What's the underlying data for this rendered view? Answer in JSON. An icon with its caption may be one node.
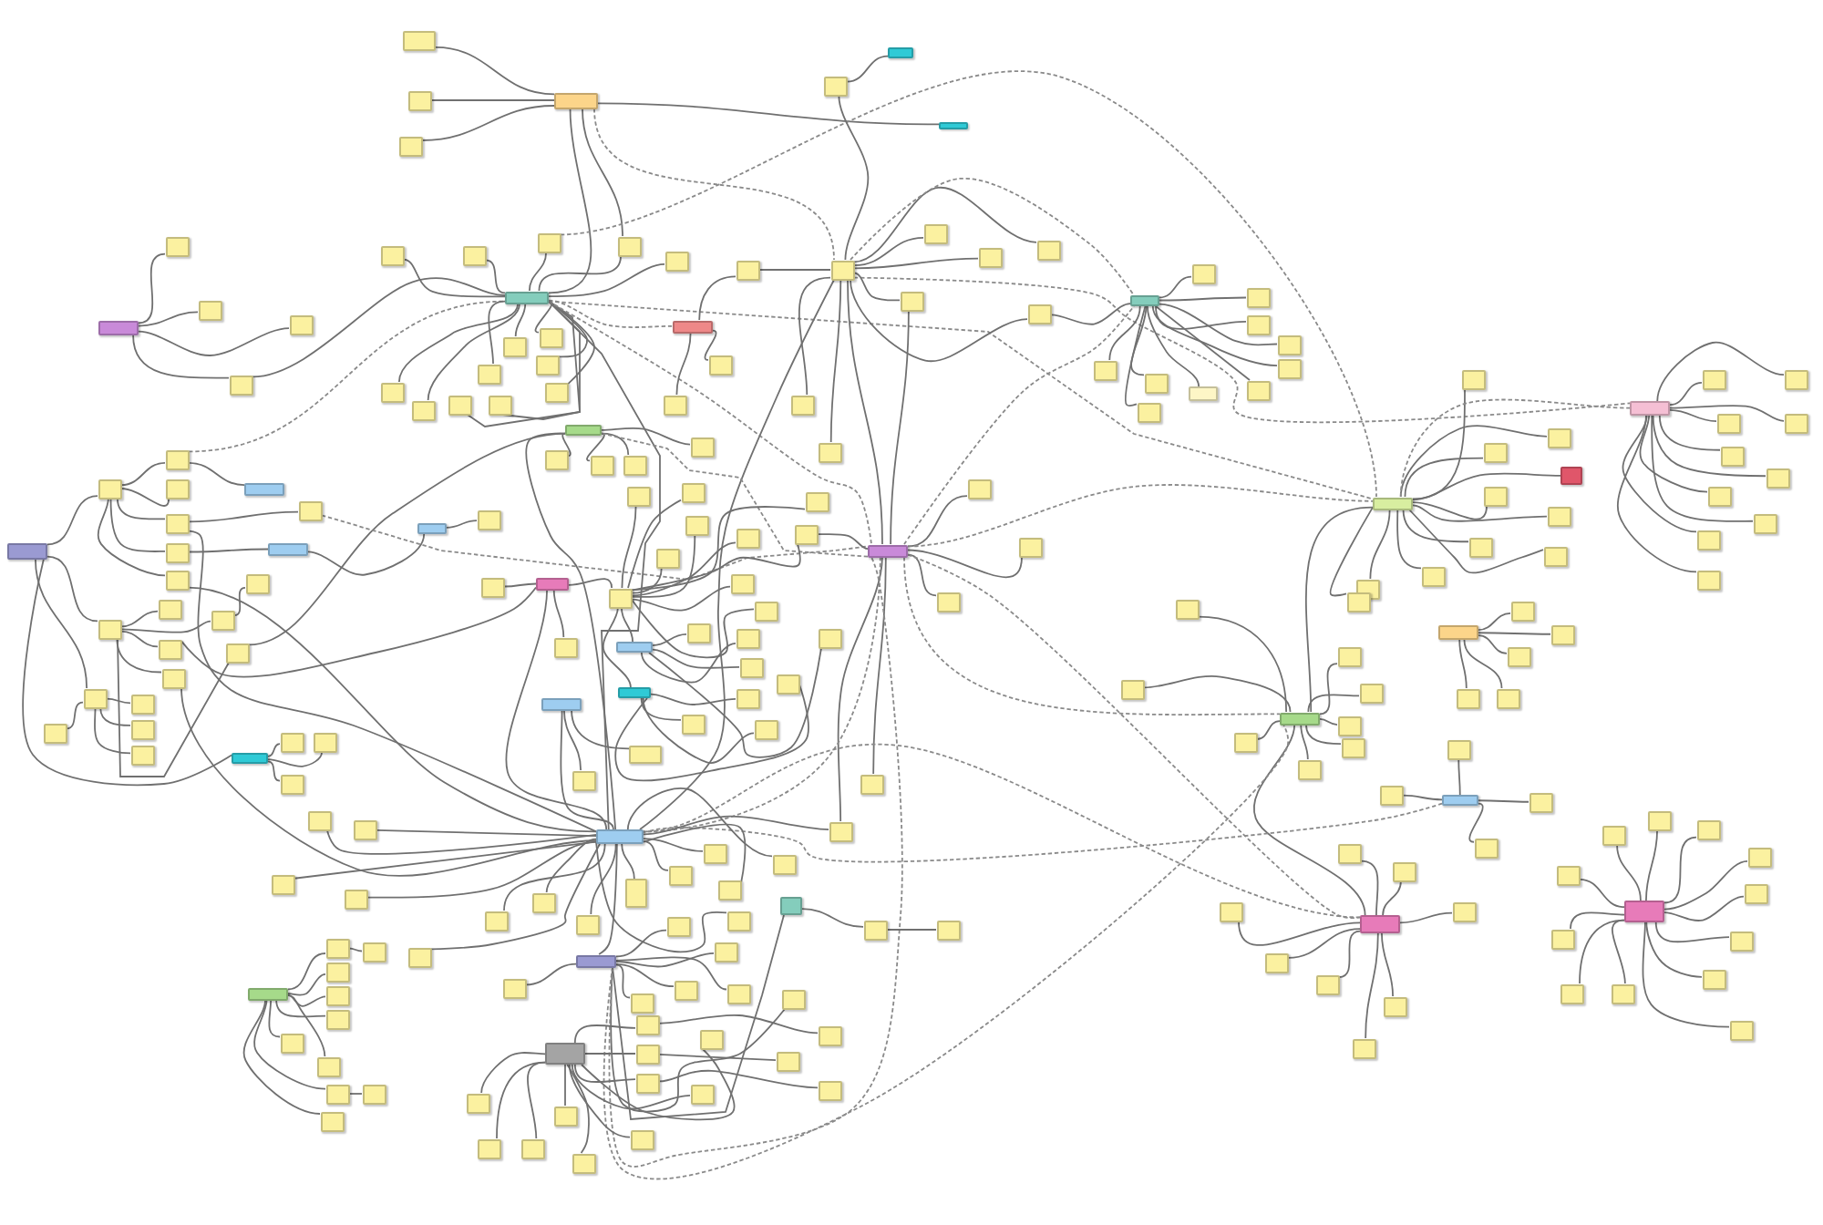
{
  "diagram": {
    "nodes": [
      {
        "text": [],
        "shape": "box"
      },
      {
        "text": [],
        "shape": "box"
      },
      {
        "text": [],
        "shape": "box"
      },
      {
        "text": [],
        "shape": "box"
      },
      {
        "text": [],
        "shape": "box"
      },
      {
        "text": [],
        "shape": "box"
      },
      {
        "text": [],
        "shape": "box"
      },
      {
        "text": [],
        "shape": "box"
      },
      {
        "text": [],
        "shape": "box"
      },
      {
        "text": [],
        "shape": "box"
      },
      {
        "text": [],
        "shape": "box"
      },
      {
        "text": [],
        "shape": "box"
      },
      {
        "text": [],
        "shape": "box"
      },
      {
        "text": [],
        "shape": "box"
      },
      {
        "text": [],
        "shape": "box"
      },
      {
        "text": [],
        "shape": "box"
      },
      {
        "text": [],
        "shape": "box"
      },
      {
        "text": [],
        "shape": "box"
      },
      {
        "text": [],
        "shape": "box"
      },
      {
        "text": [],
        "shape": "box"
      },
      {
        "text": [],
        "shape": "box"
      },
      {
        "text": [],
        "shape": "box"
      },
      {
        "text": [],
        "shape": "box"
      },
      {
        "text": [],
        "shape": "box"
      },
      {
        "text": [],
        "shape": "box"
      },
      {
        "text": [],
        "shape": "box"
      },
      {
        "text": [],
        "shape": "box"
      },
      {
        "text": [],
        "shape": "box"
      },
      {
        "text": [],
        "shape": "box"
      },
      {
        "text": [],
        "shape": "box"
      },
      {
        "text": [],
        "shape": "box"
      },
      {
        "text": [],
        "shape": "box"
      },
      {
        "text": [],
        "shape": "box"
      },
      {
        "text": [],
        "shape": "box"
      },
      {
        "text": [],
        "shape": "box"
      },
      {
        "text": [],
        "shape": "box"
      },
      {
        "text": [],
        "shape": "box"
      },
      {
        "text": [],
        "shape": "box"
      },
      {
        "text": [],
        "shape": "box"
      },
      {
        "text": [],
        "shape": "box"
      },
      {
        "text": [],
        "shape": "box"
      },
      {
        "text": [],
        "shape": "box"
      },
      {
        "text": [],
        "shape": "box"
      },
      {
        "text": [],
        "shape": "box"
      },
      {
        "text": [],
        "shape": "box"
      },
      {
        "text": [],
        "shape": "box"
      },
      {
        "text": [],
        "shape": "box"
      },
      {
        "text": [],
        "shape": "box"
      },
      {
        "text": [],
        "shape": "box"
      },
      {
        "text": [],
        "shape": "box"
      },
      {
        "text": [],
        "shape": "box"
      },
      {
        "text": [],
        "shape": "box"
      },
      {
        "text": [],
        "shape": "box"
      },
      {
        "text": [],
        "shape": "box"
      },
      {
        "text": [],
        "shape": "box"
      },
      {
        "text": [],
        "shape": "box"
      },
      {
        "text": [],
        "shape": "box"
      },
      {
        "text": [],
        "shape": "box"
      },
      {
        "text": [],
        "shape": "box"
      },
      {
        "text": [],
        "shape": "box"
      },
      {
        "text": [],
        "shape": "box"
      },
      {
        "text": [],
        "shape": "box"
      },
      {
        "text": [],
        "shape": "box"
      },
      {
        "text": [],
        "shape": "box"
      },
      {
        "text": [],
        "shape": "box"
      },
      {
        "text": [],
        "shape": "box"
      },
      {
        "text": [],
        "shape": "box"
      },
      {
        "text": [],
        "shape": "box"
      },
      {
        "text": [],
        "shape": "box"
      },
      {
        "text": [],
        "shape": "box"
      },
      {
        "text": [],
        "shape": "box"
      },
      {
        "text": [],
        "shape": "box"
      },
      {
        "text": [],
        "shape": "box"
      },
      {
        "text": [],
        "shape": "box"
      },
      {
        "text": [],
        "shape": "box"
      },
      {
        "text": [],
        "shape": "box"
      },
      {
        "text": [],
        "shape": "box"
      },
      {
        "text": [],
        "shape": "box"
      },
      {
        "text": [],
        "shape": "box"
      },
      {
        "text": [],
        "shape": "box"
      },
      {
        "text": [],
        "shape": "box"
      },
      {
        "text": [],
        "shape": "box"
      },
      {
        "text": [],
        "shape": "box"
      },
      {
        "text": [],
        "shape": "box"
      },
      {
        "text": [],
        "shape": "box"
      },
      {
        "text": [],
        "shape": "box"
      },
      {
        "text": [],
        "shape": "box"
      },
      {
        "text": [],
        "shape": "box"
      },
      {
        "text": [],
        "shape": "box"
      },
      {
        "text": [],
        "shape": "box"
      },
      {
        "text": [],
        "shape": "box"
      },
      {
        "text": [],
        "shape": "box"
      },
      {
        "text": [],
        "shape": "box"
      },
      {
        "text": [],
        "shape": "box"
      },
      {
        "text": [],
        "shape": "box"
      },
      {
        "text": [],
        "shape": "box"
      },
      {
        "text": [],
        "shape": "box"
      },
      {
        "text": [],
        "shape": "box"
      },
      {
        "text": [],
        "shape": "box"
      },
      {
        "text": [],
        "shape": "box"
      },
      {
        "text": [],
        "shape": "box"
      },
      {
        "text": [],
        "shape": "box"
      },
      {
        "text": [],
        "shape": "box"
      },
      {
        "text": [],
        "shape": "box"
      },
      {
        "text": [],
        "shape": "box"
      },
      {
        "text": [],
        "shape": "box"
      },
      {
        "text": [],
        "shape": "box"
      },
      {
        "text": [],
        "shape": "box"
      },
      {
        "text": [],
        "shape": "box"
      },
      {
        "text": [],
        "shape": "box"
      },
      {
        "text": [],
        "shape": "box"
      },
      {
        "text": [],
        "shape": "box"
      },
      {
        "text": [],
        "shape": "box"
      },
      {
        "text": [],
        "shape": "box"
      },
      {
        "text": [],
        "shape": "box"
      },
      {
        "text": [],
        "shape": "box"
      },
      {
        "text": [],
        "shape": "box"
      },
      {
        "text": [],
        "shape": "box"
      },
      {
        "text": [],
        "shape": "box"
      },
      {
        "text": [],
        "shape": "box"
      },
      {
        "text": [],
        "shape": "box"
      },
      {
        "text": [],
        "shape": "box"
      },
      {
        "text": [],
        "shape": "box"
      },
      {
        "text": [],
        "shape": "box"
      },
      {
        "text": [],
        "shape": "box"
      },
      {
        "text": [],
        "shape": "box"
      },
      {
        "text": [],
        "shape": "box"
      },
      {
        "text": [],
        "shape": "box"
      },
      {
        "text": [],
        "shape": "box"
      },
      {
        "text": [],
        "shape": "box"
      },
      {
        "text": [],
        "shape": "box"
      },
      {
        "text": [],
        "shape": "box"
      },
      {
        "text": [],
        "shape": "box"
      },
      {
        "text": [],
        "shape": "box"
      },
      {
        "text": [],
        "shape": "box"
      },
      {
        "text": [],
        "shape": "box"
      },
      {
        "text": [],
        "shape": "box"
      },
      {
        "text": [],
        "shape": "box"
      },
      {
        "text": [],
        "shape": "box"
      },
      {
        "text": [],
        "shape": "box"
      },
      {
        "text": [],
        "shape": "box"
      },
      {
        "text": [],
        "shape": "box"
      },
      {
        "text": [],
        "shape": "box"
      },
      {
        "text": [],
        "shape": "box"
      },
      {
        "text": [],
        "shape": "box"
      },
      {
        "text": [],
        "shape": "box"
      },
      {
        "text": [],
        "shape": "box"
      },
      {
        "text": [],
        "shape": "box"
      },
      {
        "text": [],
        "shape": "box"
      },
      {
        "text": [],
        "shape": "box"
      },
      {
        "text": [],
        "shape": "box"
      },
      {
        "text": [],
        "shape": "box"
      },
      {
        "text": [],
        "shape": "box"
      },
      {
        "text": [],
        "shape": "box"
      },
      {
        "text": [],
        "shape": "box"
      },
      {
        "text": [],
        "shape": "box"
      },
      {
        "text": [],
        "shape": "box"
      },
      {
        "text": [],
        "shape": "box"
      },
      {
        "text": [],
        "shape": "box"
      },
      {
        "text": [],
        "shape": "box"
      },
      {
        "text": [],
        "shape": "box"
      },
      {
        "text": [],
        "shape": "box"
      },
      {
        "text": [],
        "shape": "box"
      },
      {
        "text": [],
        "shape": "box"
      },
      {
        "text": [],
        "shape": "box"
      },
      {
        "text": [],
        "shape": "box"
      },
      {
        "text": [],
        "shape": "box"
      },
      {
        "text": [],
        "shape": "box"
      },
      {
        "text": [],
        "shape": "box"
      },
      {
        "text": [],
        "shape": "box"
      },
      {
        "text": [],
        "shape": "box"
      },
      {
        "text": [],
        "shape": "box"
      },
      {
        "text": [],
        "shape": "box"
      },
      {
        "text": [],
        "shape": "box"
      },
      {
        "text": [],
        "shape": "box"
      },
      {
        "text": [],
        "shape": "box"
      },
      {
        "text": [],
        "shape": "box"
      },
      {
        "text": [],
        "shape": "box"
      },
      {
        "text": [],
        "shape": "box"
      },
      {
        "text": [],
        "shape": "box"
      },
      {
        "text": [],
        "shape": "box"
      },
      {
        "text": [],
        "shape": "box"
      },
      {
        "text": [],
        "shape": "box"
      },
      {
        "text": [],
        "shape": "box"
      },
      {
        "text": [],
        "shape": "box"
      },
      {
        "text": [],
        "shape": "box"
      },
      {
        "text": [],
        "shape": "box"
      },
      {
        "text": [],
        "shape": "box"
      },
      {
        "text": [],
        "shape": "box"
      },
      {
        "text": [],
        "shape": "box"
      },
      {
        "text": [],
        "shape": "box"
      },
      {
        "text": [],
        "shape": "box"
      },
      {
        "text": [],
        "shape": "box"
      },
      {
        "text": [],
        "shape": "box"
      },
      {
        "text": [],
        "shape": "box"
      },
      {
        "text": [],
        "shape": "box"
      },
      {
        "text": [],
        "shape": "box"
      },
      {
        "text": [],
        "shape": "box"
      },
      {
        "text": [],
        "shape": "box"
      },
      {
        "text": [],
        "shape": "box"
      },
      {
        "text": [],
        "shape": "box"
      },
      {
        "text": [],
        "shape": "box"
      },
      {
        "text": [],
        "shape": "box"
      },
      {
        "text": [],
        "shape": "box"
      },
      {
        "text": [],
        "shape": "box"
      },
      {
        "text": [],
        "shape": "box"
      },
      {
        "text": [],
        "shape": "box"
      },
      {
        "text": [],
        "shape": "box"
      },
      {
        "text": [],
        "shape": "box"
      },
      {
        "text": [],
        "shape": "box"
      },
      {
        "text": [],
        "shape": "box"
      },
      {
        "text": [],
        "shape": "box"
      },
      {
        "text": [],
        "shape": "box"
      },
      {
        "text": [],
        "shape": "box"
      },
      {
        "text": [],
        "shape": "box"
      },
      {
        "text": [],
        "shape": "box"
      },
      {
        "text": [],
        "shape": "box"
      },
      {
        "text": [],
        "shape": "box"
      },
      {
        "text": [],
        "shape": "box"
      },
      {
        "text": [],
        "shape": "box"
      },
      {
        "text": [],
        "shape": "box"
      },
      {
        "text": [],
        "shape": "box"
      },
      {
        "text": [],
        "shape": "box"
      },
      {
        "text": [],
        "shape": "box"
      },
      {
        "text": [],
        "shape": "box"
      },
      {
        "text": [],
        "shape": "box"
      },
      {
        "text": [],
        "shape": "box"
      },
      {
        "text": [],
        "shape": "box"
      },
      {
        "text": [],
        "shape": "box"
      },
      {
        "text": [],
        "shape": "box"
      },
      {
        "text": [],
        "shape": "box"
      },
      {
        "text": [],
        "shape": "box"
      }
    ],
    "edges": [
      {
        "from": 0,
        "to": 1,
        "arrow": "none"
      },
      {
        "from": 0,
        "to": 2,
        "arrow": "none"
      },
      {
        "from": 0,
        "to": 3,
        "arrow": "none"
      },
      {
        "from": 1,
        "to": 4,
        "arrow": "none"
      },
      {
        "from": 1,
        "to": 5,
        "arrow": "none"
      },
      {
        "from": 1,
        "to": 6,
        "arrow": "none"
      },
      {
        "from": 1,
        "to": 7,
        "arrow": "none"
      },
      {
        "from": 1,
        "to": 8,
        "arrow": "none"
      },
      {
        "from": 2,
        "to": 9,
        "arrow": "none"
      },
      {
        "from": 2,
        "to": 10,
        "arrow": "none"
      },
      {
        "from": 2,
        "to": 11,
        "arrow": "none"
      },
      {
        "from": 2,
        "to": 12,
        "arrow": "none"
      },
      {
        "from": 2,
        "to": 13,
        "arrow": "none"
      },
      {
        "from": 3,
        "to": 18,
        "arrow": "none"
      },
      {
        "from": 3,
        "to": 19,
        "arrow": "none"
      },
      {
        "from": 3,
        "to": 20,
        "arrow": "none"
      },
      {
        "from": 3,
        "to": 21,
        "arrow": "none"
      },
      {
        "from": 4,
        "to": 14,
        "arrow": "none"
      },
      {
        "from": 6,
        "to": 16,
        "arrow": "none"
      },
      {
        "from": 7,
        "to": 15,
        "arrow": "none"
      },
      {
        "from": 12,
        "to": 17,
        "arrow": "none"
      },
      {
        "from": 0,
        "to": 191,
        "arrow": "none"
      },
      {
        "from": 4,
        "to": 32,
        "arrow": "none",
        "style": "dashed"
      },
      {
        "from": 6,
        "to": 176,
        "arrow": "none"
      },
      {
        "from": 8,
        "to": 176,
        "arrow": "none"
      },
      {
        "from": 11,
        "to": 176,
        "arrow": "none"
      },
      {
        "from": 10,
        "to": 66,
        "arrow": "none"
      },
      {
        "from": 13,
        "to": 61,
        "arrow": "none"
      },
      {
        "from": 16,
        "to": 94,
        "arrow": "none",
        "style": "dashed"
      },
      {
        "from": 15,
        "to": 68,
        "arrow": "none"
      },
      {
        "from": 22,
        "to": 23,
        "arrow": "none"
      },
      {
        "from": 22,
        "to": 24,
        "arrow": "none"
      },
      {
        "from": 22,
        "to": 25,
        "arrow": "none"
      },
      {
        "from": 22,
        "to": 26,
        "arrow": "none"
      },
      {
        "from": 26,
        "to": 32,
        "arrow": "none"
      },
      {
        "from": 27,
        "to": 28,
        "arrow": "none"
      },
      {
        "from": 27,
        "to": 29,
        "arrow": "none"
      },
      {
        "from": 27,
        "to": 30,
        "arrow": "none"
      },
      {
        "from": 27,
        "to": 32,
        "arrow": "none"
      },
      {
        "from": 27,
        "to": 37,
        "arrow": "none"
      },
      {
        "from": 27,
        "to": 53,
        "arrow": "none"
      },
      {
        "from": 27,
        "to": 50,
        "arrow": "none",
        "style": "dashed"
      },
      {
        "from": 32,
        "to": 111,
        "arrow": "none",
        "style": "dashed"
      },
      {
        "from": 36,
        "to": 111,
        "arrow": "none",
        "style": "dashed"
      },
      {
        "from": 50,
        "to": 122,
        "arrow": "none",
        "style": "dashed"
      },
      {
        "from": 32,
        "to": 31,
        "arrow": "none"
      },
      {
        "from": 32,
        "to": 33,
        "arrow": "none"
      },
      {
        "from": 32,
        "to": 34,
        "arrow": "none"
      },
      {
        "from": 32,
        "to": 35,
        "arrow": "none"
      },
      {
        "from": 32,
        "to": 36,
        "arrow": "none"
      },
      {
        "from": 32,
        "to": 37,
        "arrow": "none"
      },
      {
        "from": 32,
        "to": 38,
        "arrow": "none"
      },
      {
        "from": 32,
        "to": 39,
        "arrow": "none"
      },
      {
        "from": 32,
        "to": 40,
        "arrow": "none"
      },
      {
        "from": 32,
        "to": 41,
        "arrow": "none"
      },
      {
        "from": 32,
        "to": 42,
        "arrow": "none"
      },
      {
        "from": 32,
        "to": 43,
        "arrow": "none"
      },
      {
        "from": 32,
        "to": 44,
        "arrow": "none"
      },
      {
        "from": 32,
        "to": 45,
        "arrow": "none"
      },
      {
        "from": 32,
        "to": 176,
        "arrow": "none"
      },
      {
        "from": 32,
        "to": 46,
        "arrow": "none",
        "style": "dashed"
      },
      {
        "from": 32,
        "to": 94,
        "arrow": "none",
        "style": "dashed"
      },
      {
        "from": 46,
        "to": 47,
        "arrow": "none"
      },
      {
        "from": 46,
        "to": 48,
        "arrow": "none"
      },
      {
        "from": 46,
        "to": 49,
        "arrow": "none"
      },
      {
        "from": 47,
        "to": 50,
        "arrow": "none"
      },
      {
        "from": 50,
        "to": 51,
        "arrow": "none"
      },
      {
        "from": 51,
        "to": 52,
        "arrow": "none"
      },
      {
        "from": 50,
        "to": 54,
        "arrow": "none"
      },
      {
        "from": 50,
        "to": 55,
        "arrow": "none"
      },
      {
        "from": 50,
        "to": 56,
        "arrow": "none"
      },
      {
        "from": 50,
        "to": 57,
        "arrow": "none"
      },
      {
        "from": 50,
        "to": 58,
        "arrow": "none"
      },
      {
        "from": 50,
        "to": 59,
        "arrow": "none"
      },
      {
        "from": 50,
        "to": 60,
        "arrow": "none"
      },
      {
        "from": 50,
        "to": 94,
        "arrow": "none"
      },
      {
        "from": 50,
        "to": 100,
        "arrow": "none",
        "style": "dashed"
      },
      {
        "from": 50,
        "to": 176,
        "arrow": "none"
      },
      {
        "from": 61,
        "to": 62,
        "arrow": "none"
      },
      {
        "from": 61,
        "to": 63,
        "arrow": "none"
      },
      {
        "from": 61,
        "to": 64,
        "arrow": "none"
      },
      {
        "from": 61,
        "to": 65,
        "arrow": "none"
      },
      {
        "from": 61,
        "to": 176,
        "arrow": "none"
      },
      {
        "from": 61,
        "to": 94,
        "arrow": "none",
        "style": "dashed"
      },
      {
        "from": 66,
        "to": 67,
        "arrow": "none"
      },
      {
        "from": 66,
        "to": 70,
        "arrow": "none"
      },
      {
        "from": 66,
        "to": 71,
        "arrow": "none"
      },
      {
        "from": 66,
        "to": 176,
        "arrow": "none"
      },
      {
        "from": 68,
        "to": 69,
        "arrow": "none"
      },
      {
        "from": 71,
        "to": 72,
        "arrow": "none"
      },
      {
        "from": 71,
        "to": 73,
        "arrow": "none"
      },
      {
        "from": 71,
        "to": 74,
        "arrow": "none"
      },
      {
        "from": 71,
        "to": 75,
        "arrow": "none"
      },
      {
        "from": 71,
        "to": 76,
        "arrow": "none"
      },
      {
        "from": 71,
        "to": 77,
        "arrow": "none"
      },
      {
        "from": 71,
        "to": 78,
        "arrow": "none"
      },
      {
        "from": 71,
        "to": 79,
        "arrow": "none"
      },
      {
        "from": 71,
        "to": 80,
        "arrow": "none"
      },
      {
        "from": 71,
        "to": 81,
        "arrow": "none"
      },
      {
        "from": 71,
        "to": 82,
        "arrow": "none"
      },
      {
        "from": 81,
        "to": 84,
        "arrow": "none"
      },
      {
        "from": 81,
        "to": 85,
        "arrow": "none"
      },
      {
        "from": 81,
        "to": 86,
        "arrow": "none"
      },
      {
        "from": 81,
        "to": 92,
        "arrow": "none"
      },
      {
        "from": 82,
        "to": 87,
        "arrow": "none"
      },
      {
        "from": 82,
        "to": 88,
        "arrow": "none"
      },
      {
        "from": 82,
        "to": 89,
        "arrow": "none"
      },
      {
        "from": 82,
        "to": 93,
        "arrow": "none"
      },
      {
        "from": 83,
        "to": 90,
        "arrow": "none"
      },
      {
        "from": 83,
        "to": 91,
        "arrow": "none"
      },
      {
        "from": 83,
        "to": 176,
        "arrow": "none"
      },
      {
        "from": 94,
        "to": 95,
        "arrow": "none"
      },
      {
        "from": 94,
        "to": 96,
        "arrow": "none"
      },
      {
        "from": 94,
        "to": 97,
        "arrow": "none"
      },
      {
        "from": 94,
        "to": 98,
        "arrow": "none"
      },
      {
        "from": 94,
        "to": 99,
        "arrow": "none"
      },
      {
        "from": 94,
        "to": 77,
        "arrow": "none"
      },
      {
        "from": 94,
        "to": 58,
        "arrow": "none"
      },
      {
        "from": 94,
        "to": 100,
        "arrow": "none",
        "style": "dashed"
      },
      {
        "from": 94,
        "to": 111,
        "arrow": "none",
        "style": "dashed"
      },
      {
        "from": 94,
        "to": 139,
        "arrow": "none",
        "style": "dashed"
      },
      {
        "from": 94,
        "to": 154,
        "arrow": "none",
        "style": "dashed"
      },
      {
        "from": 94,
        "to": 176,
        "arrow": "none",
        "style": "dashed"
      },
      {
        "from": 100,
        "to": 57,
        "arrow": "none"
      },
      {
        "from": 100,
        "to": 101,
        "arrow": "none"
      },
      {
        "from": 100,
        "to": 102,
        "arrow": "none"
      },
      {
        "from": 100,
        "to": 103,
        "arrow": "none"
      },
      {
        "from": 100,
        "to": 104,
        "arrow": "none"
      },
      {
        "from": 100,
        "to": 105,
        "arrow": "none"
      },
      {
        "from": 100,
        "to": 106,
        "arrow": "none"
      },
      {
        "from": 100,
        "to": 107,
        "arrow": "none"
      },
      {
        "from": 100,
        "to": 108,
        "arrow": "none"
      },
      {
        "from": 100,
        "to": 109,
        "arrow": "none"
      },
      {
        "from": 100,
        "to": 110,
        "arrow": "none"
      },
      {
        "from": 111,
        "to": 112,
        "arrow": "none"
      },
      {
        "from": 111,
        "to": 113,
        "arrow": "none"
      },
      {
        "from": 111,
        "to": 114,
        "arrow": "none"
      },
      {
        "from": 111,
        "to": 115,
        "arrow": "none"
      },
      {
        "from": 111,
        "to": 116,
        "arrow": "none"
      },
      {
        "from": 111,
        "to": 117,
        "arrow": "none"
      },
      {
        "from": 111,
        "to": 118,
        "arrow": "none"
      },
      {
        "from": 111,
        "to": 119,
        "arrow": "none"
      },
      {
        "from": 111,
        "to": 120,
        "arrow": "none"
      },
      {
        "from": 111,
        "to": 121,
        "arrow": "none"
      },
      {
        "from": 111,
        "to": 139,
        "arrow": "none"
      },
      {
        "from": 111,
        "to": 148,
        "arrow": "none"
      },
      {
        "from": 111,
        "to": 122,
        "arrow": "none",
        "style": "dashed"
      },
      {
        "from": 122,
        "to": 123,
        "arrow": "none"
      },
      {
        "from": 122,
        "to": 124,
        "arrow": "none"
      },
      {
        "from": 122,
        "to": 125,
        "arrow": "none"
      },
      {
        "from": 122,
        "to": 126,
        "arrow": "none"
      },
      {
        "from": 122,
        "to": 127,
        "arrow": "none"
      },
      {
        "from": 122,
        "to": 128,
        "arrow": "none"
      },
      {
        "from": 122,
        "to": 129,
        "arrow": "none"
      },
      {
        "from": 122,
        "to": 130,
        "arrow": "none"
      },
      {
        "from": 122,
        "to": 131,
        "arrow": "none"
      },
      {
        "from": 122,
        "to": 132,
        "arrow": "none"
      },
      {
        "from": 133,
        "to": 134,
        "arrow": "none"
      },
      {
        "from": 133,
        "to": 135,
        "arrow": "none"
      },
      {
        "from": 133,
        "to": 136,
        "arrow": "none"
      },
      {
        "from": 133,
        "to": 137,
        "arrow": "none"
      },
      {
        "from": 133,
        "to": 138,
        "arrow": "none"
      },
      {
        "from": 139,
        "to": 140,
        "arrow": "none"
      },
      {
        "from": 139,
        "to": 141,
        "arrow": "none"
      },
      {
        "from": 139,
        "to": 142,
        "arrow": "none"
      },
      {
        "from": 139,
        "to": 143,
        "arrow": "none"
      },
      {
        "from": 139,
        "to": 144,
        "arrow": "none"
      },
      {
        "from": 139,
        "to": 145,
        "arrow": "none"
      },
      {
        "from": 139,
        "to": 146,
        "arrow": "none"
      },
      {
        "from": 139,
        "to": 147,
        "arrow": "none"
      },
      {
        "from": 139,
        "to": 154,
        "arrow": "none"
      },
      {
        "from": 149,
        "to": 150,
        "arrow": "none"
      },
      {
        "from": 149,
        "to": 151,
        "arrow": "none"
      },
      {
        "from": 149,
        "to": 152,
        "arrow": "none"
      },
      {
        "from": 149,
        "to": 153,
        "arrow": "none"
      },
      {
        "from": 149,
        "to": 176,
        "arrow": "none",
        "style": "dashed"
      },
      {
        "from": 154,
        "to": 155,
        "arrow": "none"
      },
      {
        "from": 154,
        "to": 156,
        "arrow": "none"
      },
      {
        "from": 154,
        "to": 157,
        "arrow": "none"
      },
      {
        "from": 154,
        "to": 158,
        "arrow": "none"
      },
      {
        "from": 154,
        "to": 159,
        "arrow": "none"
      },
      {
        "from": 154,
        "to": 160,
        "arrow": "none"
      },
      {
        "from": 154,
        "to": 161,
        "arrow": "none"
      },
      {
        "from": 154,
        "to": 162,
        "arrow": "none"
      },
      {
        "from": 154,
        "to": 176,
        "arrow": "none",
        "style": "dashed"
      },
      {
        "from": 163,
        "to": 164,
        "arrow": "none"
      },
      {
        "from": 163,
        "to": 165,
        "arrow": "none"
      },
      {
        "from": 163,
        "to": 166,
        "arrow": "none"
      },
      {
        "from": 163,
        "to": 167,
        "arrow": "none"
      },
      {
        "from": 163,
        "to": 168,
        "arrow": "none"
      },
      {
        "from": 163,
        "to": 169,
        "arrow": "none"
      },
      {
        "from": 163,
        "to": 170,
        "arrow": "none"
      },
      {
        "from": 163,
        "to": 171,
        "arrow": "none"
      },
      {
        "from": 163,
        "to": 172,
        "arrow": "none"
      },
      {
        "from": 163,
        "to": 173,
        "arrow": "none"
      },
      {
        "from": 163,
        "to": 174,
        "arrow": "none"
      },
      {
        "from": 163,
        "to": 175,
        "arrow": "none"
      },
      {
        "from": 176,
        "to": 177,
        "arrow": "none"
      },
      {
        "from": 176,
        "to": 178,
        "arrow": "none"
      },
      {
        "from": 176,
        "to": 179,
        "arrow": "none"
      },
      {
        "from": 176,
        "to": 180,
        "arrow": "none"
      },
      {
        "from": 176,
        "to": 181,
        "arrow": "none"
      },
      {
        "from": 176,
        "to": 182,
        "arrow": "none"
      },
      {
        "from": 176,
        "to": 183,
        "arrow": "none"
      },
      {
        "from": 176,
        "to": 184,
        "arrow": "none"
      },
      {
        "from": 176,
        "to": 185,
        "arrow": "none"
      },
      {
        "from": 176,
        "to": 186,
        "arrow": "none"
      },
      {
        "from": 176,
        "to": 187,
        "arrow": "none"
      },
      {
        "from": 176,
        "to": 188,
        "arrow": "none"
      },
      {
        "from": 176,
        "to": 189,
        "arrow": "none"
      },
      {
        "from": 176,
        "to": 190,
        "arrow": "none"
      },
      {
        "from": 176,
        "to": 99,
        "arrow": "none"
      },
      {
        "from": 176,
        "to": 195,
        "arrow": "none"
      },
      {
        "from": 191,
        "to": 192,
        "arrow": "none"
      },
      {
        "from": 191,
        "to": 193,
        "arrow": "none"
      },
      {
        "from": 191,
        "to": 194,
        "arrow": "none"
      },
      {
        "from": 195,
        "to": 196,
        "arrow": "none"
      },
      {
        "from": 195,
        "to": 197,
        "arrow": "none"
      },
      {
        "from": 195,
        "to": 198,
        "arrow": "none"
      },
      {
        "from": 195,
        "to": 199,
        "arrow": "none"
      },
      {
        "from": 195,
        "to": 200,
        "arrow": "none"
      },
      {
        "from": 195,
        "to": 201,
        "arrow": "none"
      },
      {
        "from": 195,
        "to": 202,
        "arrow": "none"
      },
      {
        "from": 195,
        "to": 205,
        "arrow": "none"
      },
      {
        "from": 195,
        "to": 94,
        "arrow": "none",
        "style": "dashed"
      },
      {
        "from": 195,
        "to": 139,
        "arrow": "none",
        "style": "dashed"
      },
      {
        "from": 201,
        "to": 203,
        "arrow": "none"
      },
      {
        "from": 203,
        "to": 204,
        "arrow": "none"
      },
      {
        "from": 206,
        "to": 207,
        "arrow": "none"
      },
      {
        "from": 206,
        "to": 208,
        "arrow": "none"
      },
      {
        "from": 206,
        "to": 209,
        "arrow": "none"
      },
      {
        "from": 206,
        "to": 210,
        "arrow": "none"
      },
      {
        "from": 206,
        "to": 211,
        "arrow": "none"
      },
      {
        "from": 206,
        "to": 212,
        "arrow": "none"
      },
      {
        "from": 206,
        "to": 213,
        "arrow": "none"
      },
      {
        "from": 206,
        "to": 214,
        "arrow": "none"
      },
      {
        "from": 206,
        "to": 215,
        "arrow": "none"
      },
      {
        "from": 206,
        "to": 216,
        "arrow": "none"
      },
      {
        "from": 206,
        "to": 217,
        "arrow": "none"
      },
      {
        "from": 207,
        "to": 218,
        "arrow": "none"
      },
      {
        "from": 208,
        "to": 219,
        "arrow": "none"
      },
      {
        "from": 209,
        "to": 220,
        "arrow": "none"
      },
      {
        "from": 221,
        "to": 222,
        "arrow": "none"
      },
      {
        "from": 221,
        "to": 223,
        "arrow": "none"
      },
      {
        "from": 221,
        "to": 224,
        "arrow": "none"
      },
      {
        "from": 221,
        "to": 225,
        "arrow": "none"
      },
      {
        "from": 221,
        "to": 226,
        "arrow": "none"
      },
      {
        "from": 221,
        "to": 227,
        "arrow": "none"
      },
      {
        "from": 221,
        "to": 228,
        "arrow": "none"
      },
      {
        "from": 221,
        "to": 229,
        "arrow": "none"
      },
      {
        "from": 222,
        "to": 230,
        "arrow": "none"
      },
      {
        "from": 228,
        "to": 231,
        "arrow": "none"
      }
    ]
  }
}
